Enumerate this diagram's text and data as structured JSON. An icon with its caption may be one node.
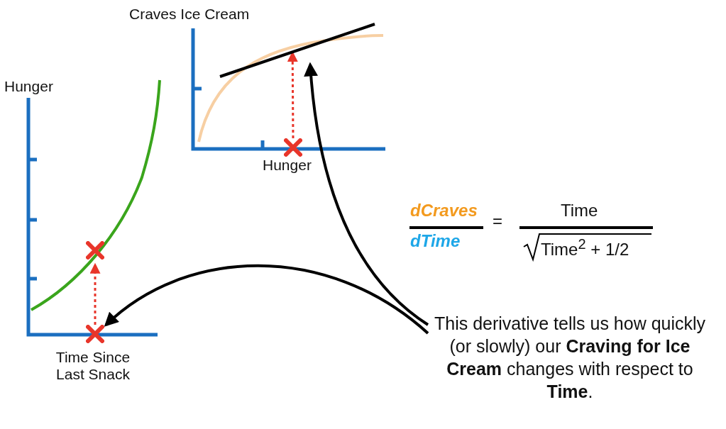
{
  "diagram": {
    "nodes": [
      {
        "text": [],
        "shape": "cross"
      },
      {
        "text": [],
        "shape": "cross"
      },
      {
        "text": [],
        "shape": "cross"
      },
      {
        "text": [],
        "shape": "line"
      },
      {
        "text": [
          "This derivative tells us how quickly (or slowly) our **Craving for Ice Cream** changes with respect to **Time**."
        ]
      }
    ],
    "edges": [
      {
        "from": 0,
        "to": 1,
        "arrow": "to",
        "style": "dashed",
        "color": "#e8352a"
      },
      {
        "from": 2,
        "to": 3,
        "arrow": "to",
        "style": "dashed",
        "color": "#e8352a"
      },
      {
        "from": 4,
        "to": 3,
        "arrow": "to",
        "color": "#000000"
      },
      {
        "from": 4,
        "to": 0,
        "arrow": "to",
        "color": "#000000"
      }
    ],
    "labels": [
      "Craves Ice Cream",
      "Hunger",
      "Hunger",
      "dCraves",
      "Time",
      "=",
      "dTime",
      "Time$^{2}$ + 1/2",
      "Time Since Last Snack"
    ]
  }
}
